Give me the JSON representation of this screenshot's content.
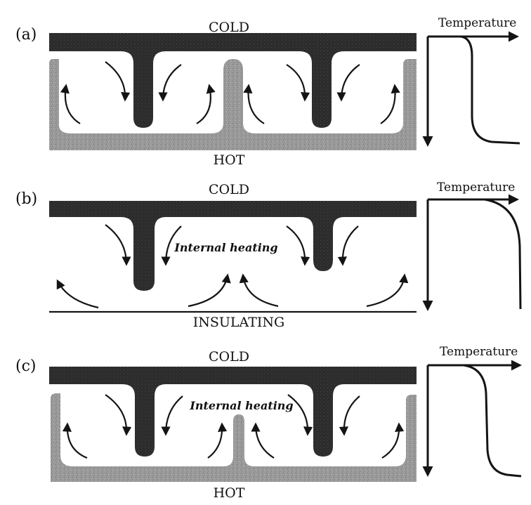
{
  "figure": {
    "panels": [
      {
        "id": "a",
        "label": "(a)",
        "top_boundary": "COLD",
        "bottom_boundary": "HOT",
        "internal_label": "",
        "axis_label": "Temperature"
      },
      {
        "id": "b",
        "label": "(b)",
        "top_boundary": "COLD",
        "bottom_boundary": "INSULATING",
        "internal_label": "Internal heating",
        "axis_label": "Temperature"
      },
      {
        "id": "c",
        "label": "(c)",
        "top_boundary": "COLD",
        "bottom_boundary": "HOT",
        "internal_label": "Internal heating",
        "axis_label": "Temperature"
      }
    ],
    "colors": {
      "cold_layer": "#2c2c2c",
      "hot_layer": "#9a9a9a",
      "flow_arrow": "#141414",
      "background": "#ffffff"
    }
  }
}
